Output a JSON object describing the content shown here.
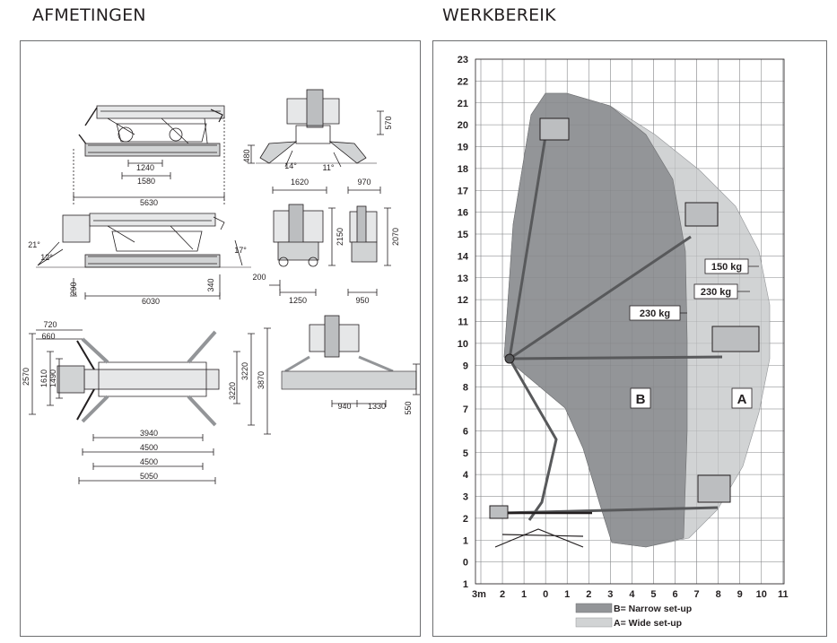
{
  "headings": {
    "left": "AFMETINGEN",
    "right": "WERKBEREIK"
  },
  "dimensions": {
    "side_view": {
      "d1240": "1240",
      "d1580": "1580",
      "d5630": "5630",
      "d480": "480",
      "d570": "570",
      "a14": "14°",
      "a11": "11°"
    },
    "front_views": {
      "d1620": "1620",
      "d970": "970",
      "d2150": "2150",
      "d2070": "2070",
      "d200": "200",
      "d1250": "1250",
      "d950": "950"
    },
    "side_view_2": {
      "a21": "21°",
      "a12": "12°",
      "a17": "17°",
      "d290": "290",
      "d6030": "6030",
      "d340": "340"
    },
    "top_view": {
      "d720": "720",
      "d660": "660",
      "d2570": "2570",
      "d1610": "1610",
      "d1490": "1490",
      "d3220a": "3220",
      "d3220b": "3220",
      "d3870": "3870",
      "d3940": "3940",
      "d4500a": "4500",
      "d4500b": "4500",
      "d5050": "5050"
    },
    "outrigger_view": {
      "d940": "940",
      "d1330": "1330",
      "d550": "550"
    }
  },
  "chart_data": {
    "type": "working-range",
    "x_ticks": [
      "3m",
      "2",
      "1",
      "0",
      "1",
      "2",
      "3",
      "4",
      "5",
      "6",
      "7",
      "8",
      "9",
      "10",
      "11"
    ],
    "y_ticks": [
      "23",
      "22",
      "21",
      "20",
      "19",
      "18",
      "17",
      "16",
      "15",
      "14",
      "13",
      "12",
      "11",
      "10",
      "9",
      "8",
      "7",
      "6",
      "5",
      "4",
      "3",
      "2",
      "1",
      "0",
      "1"
    ],
    "zones": [
      {
        "label": "B",
        "name": "B= Narrow set-up",
        "color": "#939598",
        "max_reach_m": 6.5,
        "max_height_m": 21.2
      },
      {
        "label": "A",
        "name": "A= Wide set-up",
        "color": "#d1d3d4",
        "max_reach_m": 10.2,
        "max_height_m": 21.2
      }
    ],
    "load_labels": [
      {
        "text": "230 kg",
        "zone": "B"
      },
      {
        "text": "150 kg",
        "zone": "A"
      },
      {
        "text": "230 kg",
        "zone": "A"
      }
    ],
    "legend": [
      "B= Narrow set-up",
      "A= Wide set-up"
    ],
    "grid": true
  }
}
